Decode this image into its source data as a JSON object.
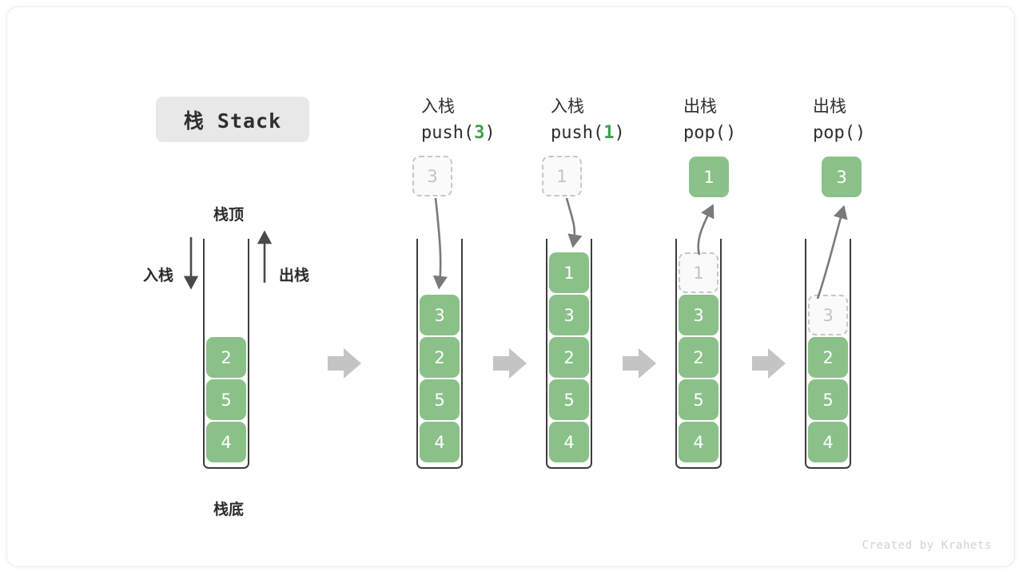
{
  "title": {
    "badge": "栈 Stack"
  },
  "legend": {
    "top_label": "栈顶",
    "bottom_label": "栈底",
    "push_label": "入栈",
    "pop_label": "出栈"
  },
  "footer": {
    "credit": "Created by Krahets"
  },
  "colors": {
    "cell_green": "#8ac189",
    "cell_text": "#ffffff",
    "ghost_fill": "#fafafa",
    "ghost_border": "#c7c7c7",
    "ghost_text": "#c2c2c2",
    "arrow_gray": "#7a7a7a",
    "separator_gray": "#c4c4c4",
    "badge_bg": "#e8e8e8",
    "accent_green_text": "#3f9e4d",
    "stack_border": "#3d3d3d"
  },
  "steps": [
    {
      "id": "initial",
      "header_cn": "",
      "header_op_prefix": "",
      "header_op_value": "",
      "header_op_suffix": "",
      "cells": [
        {
          "value": "2",
          "state": "filled"
        },
        {
          "value": "5",
          "state": "filled"
        },
        {
          "value": "4",
          "state": "filled"
        }
      ],
      "floating": null
    },
    {
      "id": "push-3",
      "header_cn": "入栈",
      "header_op_prefix": "push(",
      "header_op_value": "3",
      "header_op_suffix": ")",
      "cells": [
        {
          "value": "3",
          "state": "filled"
        },
        {
          "value": "2",
          "state": "filled"
        },
        {
          "value": "5",
          "state": "filled"
        },
        {
          "value": "4",
          "state": "filled"
        }
      ],
      "floating": {
        "value": "3",
        "state": "ghost",
        "direction": "down"
      }
    },
    {
      "id": "push-1",
      "header_cn": "入栈",
      "header_op_prefix": "push(",
      "header_op_value": "1",
      "header_op_suffix": ")",
      "cells": [
        {
          "value": "1",
          "state": "filled"
        },
        {
          "value": "3",
          "state": "filled"
        },
        {
          "value": "2",
          "state": "filled"
        },
        {
          "value": "5",
          "state": "filled"
        },
        {
          "value": "4",
          "state": "filled"
        }
      ],
      "floating": {
        "value": "1",
        "state": "ghost",
        "direction": "down"
      }
    },
    {
      "id": "pop-1",
      "header_cn": "出栈",
      "header_op_prefix": "pop(",
      "header_op_value": "",
      "header_op_suffix": ")",
      "cells": [
        {
          "value": "1",
          "state": "ghost"
        },
        {
          "value": "3",
          "state": "filled"
        },
        {
          "value": "2",
          "state": "filled"
        },
        {
          "value": "5",
          "state": "filled"
        },
        {
          "value": "4",
          "state": "filled"
        }
      ],
      "floating": {
        "value": "1",
        "state": "filled",
        "direction": "up"
      }
    },
    {
      "id": "pop-2",
      "header_cn": "出栈",
      "header_op_prefix": "pop(",
      "header_op_value": "",
      "header_op_suffix": ")",
      "cells": [
        {
          "value": "3",
          "state": "ghost"
        },
        {
          "value": "2",
          "state": "filled"
        },
        {
          "value": "5",
          "state": "filled"
        },
        {
          "value": "4",
          "state": "filled"
        }
      ],
      "floating": {
        "value": "3",
        "state": "filled",
        "direction": "up"
      }
    }
  ]
}
